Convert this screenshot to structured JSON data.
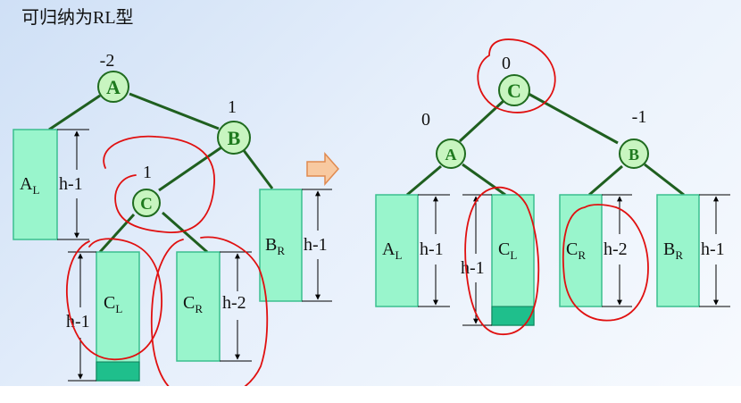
{
  "title": "可归纳为RL型",
  "left": {
    "nodes": {
      "A": {
        "label": "A",
        "balance": "-2"
      },
      "B": {
        "label": "B",
        "balance": "1"
      },
      "C": {
        "label": "C",
        "balance": "1"
      }
    },
    "subtrees": {
      "AL": {
        "name": "A",
        "sub": "L",
        "height": "h-1"
      },
      "BR": {
        "name": "B",
        "sub": "R",
        "height": "h-1"
      },
      "CL": {
        "name": "C",
        "sub": "L",
        "height": "h-1"
      },
      "CR": {
        "name": "C",
        "sub": "R",
        "height": "h-2"
      }
    }
  },
  "right": {
    "nodes": {
      "C": {
        "label": "C",
        "balance": "0"
      },
      "A": {
        "label": "A",
        "balance": "0"
      },
      "B": {
        "label": "B",
        "balance": "-1"
      }
    },
    "subtrees": {
      "AL": {
        "name": "A",
        "sub": "L",
        "height": "h-1"
      },
      "CL": {
        "name": "C",
        "sub": "L",
        "height": "h-1"
      },
      "CR": {
        "name": "C",
        "sub": "R",
        "height": "h-2"
      },
      "BR": {
        "name": "B",
        "sub": "R",
        "height": "h-1"
      }
    }
  },
  "colors": {
    "node_fill": "#c8f5c0",
    "node_stroke": "#1f6b1f",
    "node_text": "#1e7a1e",
    "edge": "#1f5f1f",
    "box_fill": "#99f5cc",
    "box_stroke": "#3bbf8f",
    "box_dark": "#1fbf8c",
    "annotation": "#e01010",
    "arrow_fill": "#f8c9a0",
    "arrow_stroke": "#e08a50"
  }
}
